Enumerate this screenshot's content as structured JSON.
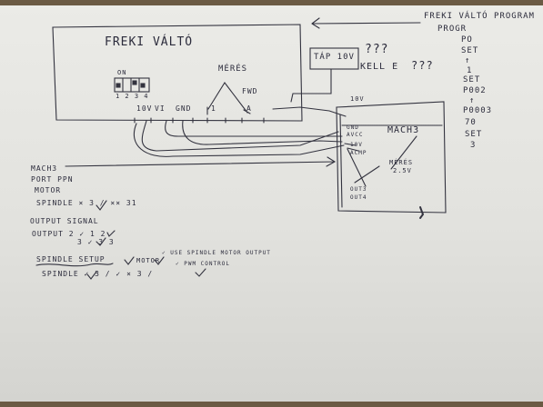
{
  "inverter": {
    "title": "FREKI VÁLTÓ",
    "dip_on": "ON",
    "dip_numbers": "1 2 3 4",
    "meres": "MÉRÉS",
    "fwd": "FWD",
    "terminals": [
      "10V",
      "VI",
      "GND",
      "1",
      "A"
    ]
  },
  "tap": {
    "label": "TÁP 10V",
    "question": "???",
    "kell_e": "KELL E",
    "kell_e_question": "???"
  },
  "program": {
    "title_line1": "FREKI VÁLTÓ PROGRAM",
    "title_line2": "PROGR",
    "steps": [
      "PO",
      "SET",
      "↑",
      "1",
      "SET",
      "P002",
      "↑",
      "P0003",
      "70",
      "SET",
      "3"
    ]
  },
  "mach3": {
    "v10": "10V",
    "title": "MACH3",
    "pins": [
      "GND",
      "AVCC",
      "10V",
      "ACMP"
    ],
    "meres": "MÉRÉS",
    "meres_value": "2.5V",
    "outputs": [
      "OUT3",
      "OUT4"
    ]
  },
  "notes": [
    "MACH3",
    "PORT PPN",
    "MOTOR",
    "SPINDLE × 3 / ×× 31",
    "OUTPUT SIGNAL",
    "OUTPUT 2 ✓  1 2",
    "3 ✓  3 3",
    "SPINDLE SETUP",
    "MOTOR",
    "✓ USE SPINDLE MOTOR OUTPUT",
    "✓ PWM CONTROL",
    "SPINDLE  ✓ 3 / ✓ × 3 /"
  ]
}
